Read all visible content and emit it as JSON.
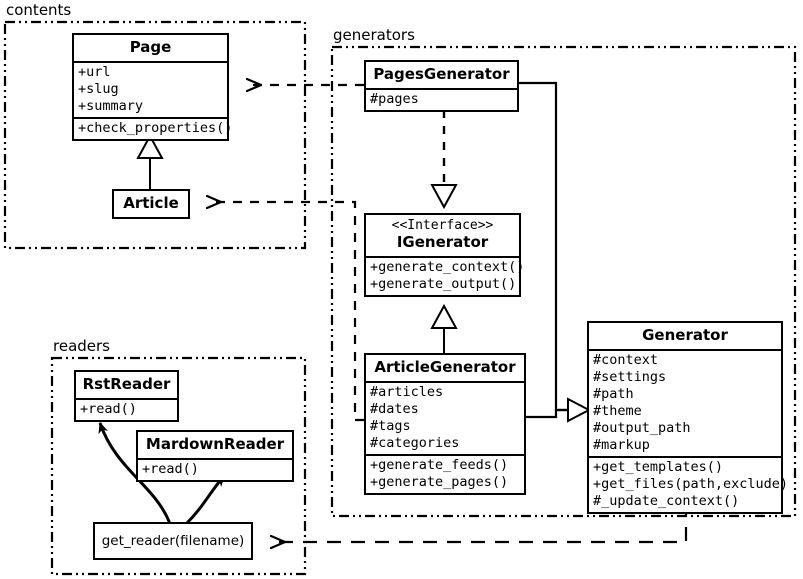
{
  "diagram": {
    "title": "Pelican UML class diagram",
    "stroke_color": "#000000",
    "background_color": "#ffffff"
  },
  "packages": [
    {
      "id": "contents",
      "label": "contents"
    },
    {
      "id": "generators",
      "label": "generators"
    },
    {
      "id": "readers",
      "label": "readers"
    }
  ],
  "classes": {
    "page": {
      "name": "Page",
      "attributes": [
        "+url",
        "+slug",
        "+summary"
      ],
      "operations": [
        "+check_properties()"
      ]
    },
    "article": {
      "name": "Article",
      "attributes": [],
      "operations": []
    },
    "pages_generator": {
      "name": "PagesGenerator",
      "attributes": [
        "#pages"
      ],
      "operations": []
    },
    "igenerator": {
      "stereotype": "<<Interface>>",
      "name": "IGenerator",
      "attributes": [],
      "operations": [
        "+generate_context()",
        "+generate_output()"
      ]
    },
    "article_generator": {
      "name": "ArticleGenerator",
      "attributes": [
        "#articles",
        "#dates",
        "#tags",
        "#categories"
      ],
      "operations": [
        "+generate_feeds()",
        "+generate_pages()"
      ]
    },
    "generator": {
      "name": "Generator",
      "attributes": [
        "#context",
        "#settings",
        "#path",
        "#theme",
        "#output_path",
        "#markup"
      ],
      "operations": [
        "+get_templates()",
        "+get_files(path,exclude)",
        "#_update_context()"
      ]
    },
    "rst_reader": {
      "name": "RstReader",
      "attributes": [],
      "operations": [
        "+read()"
      ]
    },
    "markdown_reader": {
      "name": "MardownReader",
      "attributes": [],
      "operations": [
        "+read()"
      ]
    },
    "get_reader": {
      "name": "get_reader(filename)"
    }
  },
  "relationships": [
    {
      "id": "article-generalizes-page",
      "type": "generalization",
      "from": "Article",
      "to": "Page"
    },
    {
      "id": "pagesgen-realizes-igenerator",
      "type": "realization",
      "from": "PagesGenerator",
      "to": "IGenerator"
    },
    {
      "id": "articlegen-realizes-igen",
      "type": "generalization",
      "from": "ArticleGenerator",
      "to": "IGenerator"
    },
    {
      "id": "pagesgen-extends-generator",
      "type": "generalization",
      "from": "PagesGenerator",
      "to": "Generator"
    },
    {
      "id": "articlegen-extends-generator",
      "type": "generalization",
      "from": "ArticleGenerator",
      "to": "Generator"
    },
    {
      "id": "pagesgen-depends-page",
      "type": "dependency",
      "from": "PagesGenerator",
      "to": "Page"
    },
    {
      "id": "articlegen-depends-article",
      "type": "dependency",
      "from": "ArticleGenerator",
      "to": "Article"
    },
    {
      "id": "generator-depends-get-reader",
      "type": "dependency",
      "from": "Generator",
      "to": "get_reader(filename)"
    },
    {
      "id": "get-reader-uses-rstreader",
      "type": "usage",
      "from": "get_reader(filename)",
      "to": "RstReader"
    },
    {
      "id": "get-reader-uses-mdreader",
      "type": "usage",
      "from": "get_reader(filename)",
      "to": "MardownReader"
    }
  ]
}
